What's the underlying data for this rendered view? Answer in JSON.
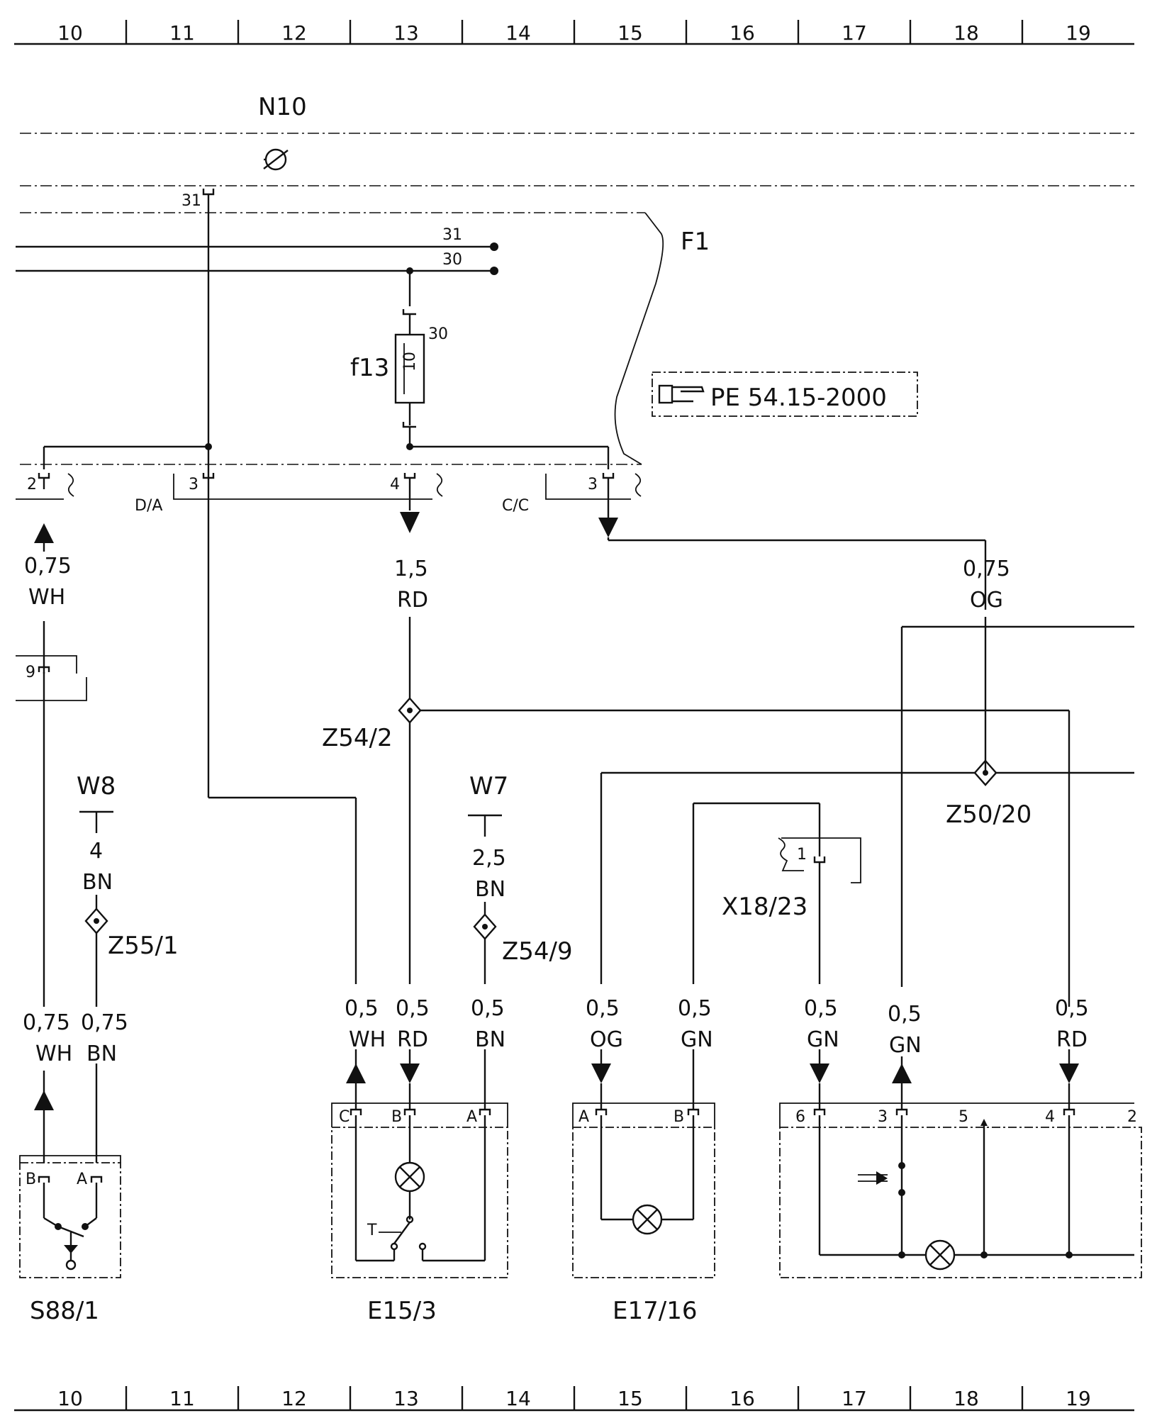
{
  "grid_columns": [
    "10",
    "11",
    "12",
    "13",
    "14",
    "15",
    "16",
    "17",
    "18",
    "19"
  ],
  "labels": {
    "n10": "N10",
    "f1": "F1",
    "f13": "f13",
    "fuse_rating": "10",
    "fuse_pin_30": "30",
    "bus_31": "31",
    "bus_30": "30",
    "pin_31_top": "31",
    "ref_box": "PE 54.15-2000",
    "da": "D/A",
    "cc": "C/C",
    "w8": "W8",
    "w7": "W7",
    "z54_2": "Z54/2",
    "z55_1": "Z55/1",
    "z54_9": "Z54/9",
    "z50_20": "Z50/20",
    "x18_23": "X18/23",
    "s88_1": "S88/1",
    "e15_3": "E15/3",
    "e17_16": "E17/16"
  },
  "pins": {
    "p2": "2",
    "p3a": "3",
    "p4": "4",
    "p3b": "3",
    "p9": "9",
    "p1": "1",
    "sB": "B",
    "sA": "A",
    "eC": "C",
    "eB": "B",
    "eA": "A",
    "fA": "A",
    "fB": "B",
    "g6": "6",
    "g3": "3",
    "g5": "5",
    "g4": "4",
    "g2": "2"
  },
  "wires": {
    "w_075_wh_top": {
      "size": "0,75",
      "color": "WH"
    },
    "w_15_rd": {
      "size": "1,5",
      "color": "RD"
    },
    "w_075_og": {
      "size": "0,75",
      "color": "OG"
    },
    "w8_wire": {
      "size": "4",
      "color": "BN"
    },
    "w7_wire": {
      "size": "2,5",
      "color": "BN"
    },
    "w_075_wh_bot": {
      "size": "0,75",
      "color": "WH"
    },
    "w_075_bn_bot": {
      "size": "0,75",
      "color": "BN"
    },
    "w_05_wh": {
      "size": "0,5",
      "color": "WH"
    },
    "w_05_rd": {
      "size": "0,5",
      "color": "RD"
    },
    "w_05_bn": {
      "size": "0,5",
      "color": "BN"
    },
    "w_05_og": {
      "size": "0,5",
      "color": "OG"
    },
    "w_05_gn1": {
      "size": "0,5",
      "color": "GN"
    },
    "w_05_gn2": {
      "size": "0,5",
      "color": "GN"
    },
    "w_05_gn3": {
      "size": "0,5",
      "color": "GN"
    },
    "w_05_rd2": {
      "size": "0,5",
      "color": "RD"
    }
  },
  "switch_label": "T"
}
